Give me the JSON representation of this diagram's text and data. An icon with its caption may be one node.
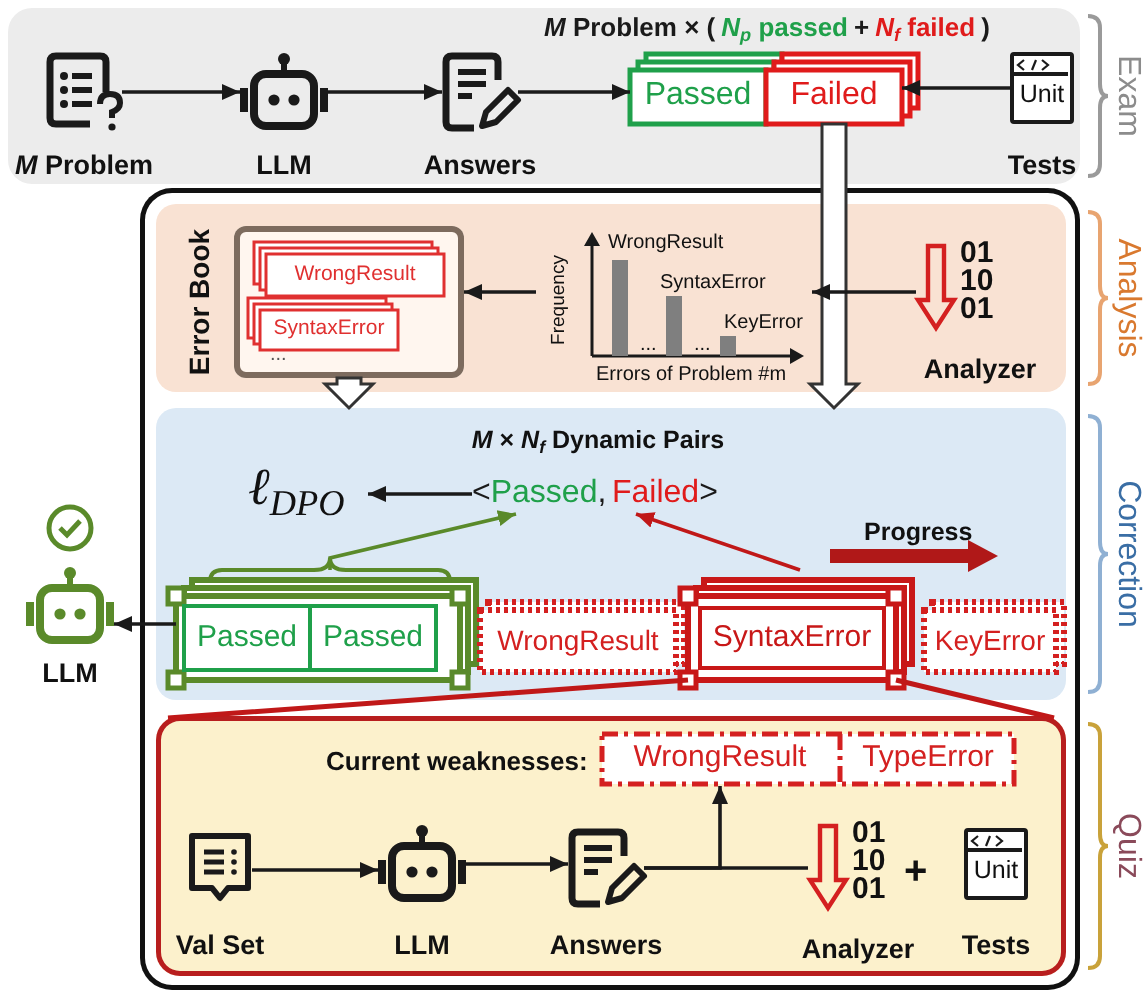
{
  "diagram": {
    "nodes": [
      {
        "text": [
          "Exam"
        ]
      },
      {
        "text": [
          "*M* Problem"
        ],
        "in": 0
      },
      {
        "text": [
          "LLM"
        ],
        "in": 0
      },
      {
        "text": [
          "Answers"
        ],
        "in": 0
      },
      {
        "text": [
          "Passed"
        ],
        "in": 0
      },
      {
        "text": [
          "Failed"
        ],
        "in": 0
      },
      {
        "text": [
          "Unit",
          "Tests"
        ],
        "in": 0
      },
      {
        "text": [],
        "shape": "box"
      },
      {
        "text": [
          "Analysis"
        ],
        "in": 7
      },
      {
        "text": [
          "Error Book",
          "..."
        ],
        "in": 8
      },
      {
        "text": [
          "WrongResult"
        ],
        "in": 9
      },
      {
        "text": [
          "SyntaxError"
        ],
        "in": 9
      },
      {
        "text": [
          "WrongResult",
          "SyntaxError",
          "KeyError",
          "...",
          "...",
          "Frequency",
          "Errors of Problem #m"
        ],
        "in": 8
      },
      {
        "text": [
          "01 10 01",
          "Analyzer"
        ],
        "in": 8
      },
      {
        "text": [
          "Correction"
        ],
        "in": 7
      },
      {
        "text": [
          "ℓ$_{DPO}$"
        ],
        "in": 14
      },
      {
        "text": [
          "Passed"
        ],
        "beside": [
          "<",
          ","
        ],
        "in": 14
      },
      {
        "text": [
          "Failed"
        ],
        "beside": [
          ">"
        ],
        "in": 14
      },
      {
        "text": [],
        "shape": "box",
        "in": 14
      },
      {
        "text": [
          "Passed"
        ],
        "in": 18
      },
      {
        "text": [
          "Passed"
        ],
        "in": 18
      },
      {
        "text": [
          "WrongResult"
        ],
        "in": 14
      },
      {
        "text": [
          "SyntaxError"
        ],
        "in": 14
      },
      {
        "text": [
          "KeyError"
        ],
        "in": 14
      },
      {
        "text": [
          "LLM"
        ]
      },
      {
        "text": [
          "Quiz"
        ],
        "in": 7
      },
      {
        "text": [
          "WrongResult",
          "TypeError"
        ],
        "in": 25
      },
      {
        "text": [
          "Val Set"
        ],
        "in": 25
      },
      {
        "text": [
          "LLM"
        ],
        "in": 25
      },
      {
        "text": [
          "Answers"
        ],
        "in": 25
      },
      {
        "text": [
          "01 10 01",
          "Analyzer"
        ],
        "in": 25
      },
      {
        "text": [
          "Unit",
          "Tests"
        ],
        "in": 25
      }
    ],
    "edges": [
      {
        "from": 1,
        "to": 2,
        "arrow": "to"
      },
      {
        "from": 2,
        "to": 3,
        "arrow": "to"
      },
      {
        "from": 3,
        "to": 4,
        "arrow": "to"
      },
      {
        "from": 6,
        "to": 5,
        "arrow": "to"
      },
      {
        "from": 5,
        "to": 14,
        "arrow": "to",
        "style": "thick"
      },
      {
        "from": 12,
        "to": 9,
        "arrow": "to"
      },
      {
        "from": 13,
        "to": 12,
        "arrow": "to"
      },
      {
        "from": 9,
        "to": 14,
        "arrow": "to",
        "style": "thick"
      },
      {
        "from": 16,
        "to": 15,
        "arrow": "to"
      },
      {
        "from": 18,
        "to": 16,
        "arrow": "to",
        "color": "#5a8a2a"
      },
      {
        "from": 22,
        "to": 17,
        "arrow": "to",
        "color": "#c01818"
      },
      {
        "from": 18,
        "to": 24,
        "arrow": "to"
      },
      {
        "from": 22,
        "to": 25,
        "arrow": "none",
        "color": "#c01818"
      },
      {
        "from": 27,
        "to": 28,
        "arrow": "to"
      },
      {
        "from": 28,
        "to": 29,
        "arrow": "to"
      },
      {
        "from": 29,
        "to": 30,
        "arrow": "none"
      },
      {
        "from": 29,
        "to": 26,
        "arrow": "to"
      }
    ],
    "labels": [
      "*M* Problem × (",
      "*N*$_{p}$ passed",
      "+",
      "*N*$_{f}$ failed",
      ")",
      "*M* × *N*$_{f}$ Dynamic Pairs",
      "Progress",
      "Current weaknesses:",
      "+"
    ]
  }
}
